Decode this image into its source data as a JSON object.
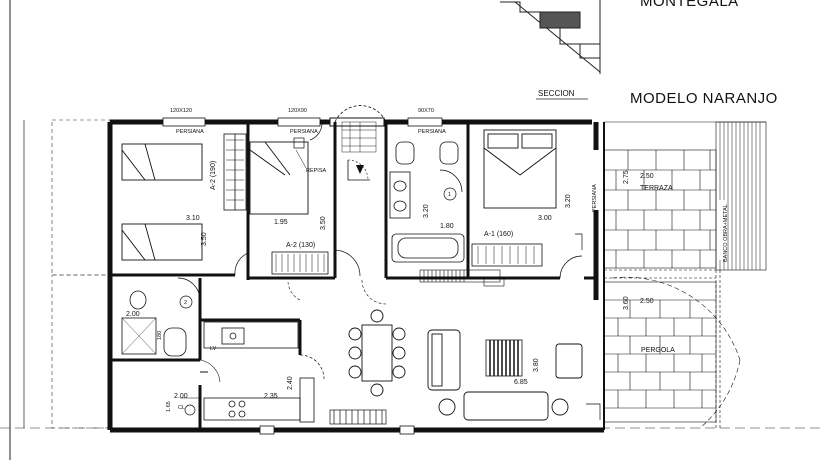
{
  "header": {
    "top_title": "MONTEGALA",
    "section_label": "SECCION",
    "model_title": "MODELO NARANJO"
  },
  "rooms": {
    "bed_a2_label": "A-2 (190)",
    "bed_a2_w": "3.10",
    "bed_a2_h": "3.50",
    "bed_small_label": "A-2 (130)",
    "bed_small_w": "1.95",
    "bed_small_h": "3.50",
    "repisa": "REPISA",
    "bath1_w": "1.80",
    "bath1_h": "3.20",
    "bath1_num": "1",
    "bed_a1_label": "A-1 (160)",
    "bed_a1_w": "3.00",
    "bed_a1_h": "3.20",
    "bath2_w": "2.00",
    "bath2_h": "180",
    "bath2_num": "2",
    "living_w": "6.85",
    "living_h": "3.80",
    "kitchen_w": "2.35",
    "kitchen_h": "2.40",
    "laundry_w": "2.00",
    "laundry_h": "1.65",
    "laundry_label": "LV",
    "cl_label": "CL",
    "terrace_label": "TERRAZA",
    "terrace_w": "2.50",
    "terrace_h": "2.75",
    "pergola_label": "PERGOLA",
    "pergola_w": "2.50",
    "pergola_h": "3.60",
    "bench_label": "BANCO OBRA+METAL",
    "window_a": "120X120",
    "window_b": "120X90",
    "window_c": "90X70",
    "persiana": "PERSIANA"
  }
}
